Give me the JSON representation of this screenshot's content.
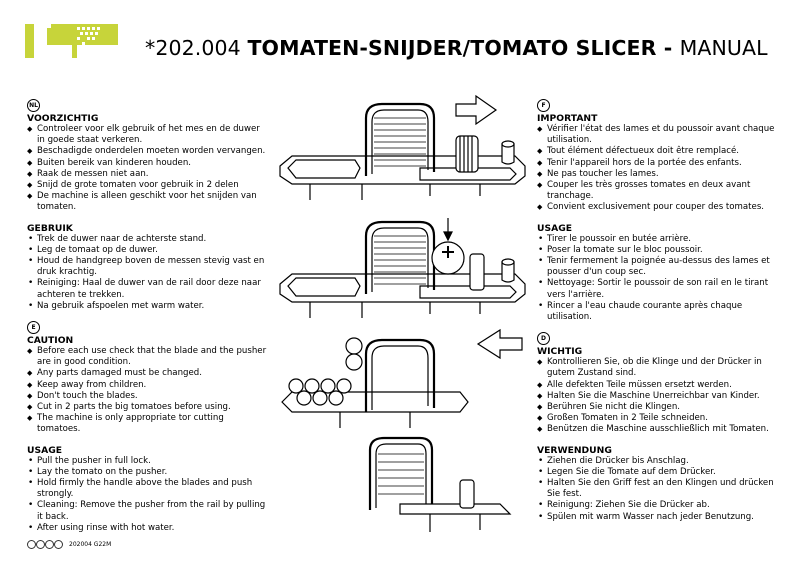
{
  "title": {
    "code": "*202.004 ",
    "product": "TOMATEN-SNIJDER/TOMATO SLICER - ",
    "manual": "MANUAL"
  },
  "nl": {
    "badge": "NL",
    "heading1": "VOORZICHTIG",
    "items1": [
      "Controleer voor elk gebruik of het mes en de duwer in goede staat verkeren.",
      "Beschadigde onderdelen moeten worden vervangen.",
      "Buiten bereik van kinderen houden.",
      "Raak de messen niet aan.",
      "Snijd de grote tomaten voor gebruik in 2 delen",
      "De machine is alleen geschikt voor het snijden van tomaten."
    ],
    "heading2": "GEBRUIK",
    "items2": [
      "Trek de duwer naar de achterste stand.",
      "Leg de tomaat op de duwer.",
      "Houd de handgreep boven de messen stevig vast en druk krachtig.",
      "Reiniging: Haal de duwer van de rail door deze naar achteren te trekken.",
      "Na gebruik afspoelen met warm water."
    ]
  },
  "en": {
    "badge": "E",
    "heading1": "CAUTION",
    "items1": [
      "Before each use check that the blade and the pusher are in good condition.",
      "Any parts damaged must be changed.",
      "Keep away from children.",
      "Don't touch the blades.",
      "Cut in 2 parts the big tomatoes before using.",
      "The machine is only appropriate tor cutting tomatoes."
    ],
    "heading2": "USAGE",
    "items2": [
      "Pull the pusher in full lock.",
      "Lay the tomato on the pusher.",
      "Hold firmly the handle above the blades and push strongly.",
      "Cleaning: Remove the pusher from the rail by pulling it back.",
      "After using rinse with hot water."
    ]
  },
  "fr": {
    "badge": "F",
    "heading1": "IMPORTANT",
    "items1": [
      "Vérifier l'état des lames et du poussoir avant chaque utilisation.",
      "Tout élément défectueux doit être remplacé.",
      "Tenir l'appareil hors de la portée des enfants.",
      "Ne pas toucher les lames.",
      "Couper les très grosses tomates en deux avant tranchage.",
      "Convient exclusivement pour couper des tomates."
    ],
    "heading2": "USAGE",
    "items2": [
      "Tirer le poussoir en butée arrière.",
      "Poser la tomate sur le bloc poussoir.",
      "Tenir fermement la poignée au-dessus des lames et pousser d'un coup sec.",
      "Nettoyage: Sortir le poussoir de son rail en le tirant vers l'arrière.",
      "Rincer a l'eau chaude courante après chaque utilisation."
    ]
  },
  "de": {
    "badge": "D",
    "heading1": "WICHTIG",
    "items1": [
      "Kontrollieren Sie, ob die Klinge und der Drücker in gutem Zustand sind.",
      "Alle defekten Teile müssen ersetzt werden.",
      "Halten Sie die Maschine Unerreichbar van Kinder.",
      "Berühren Sie nicht die Klingen.",
      "Großen Tomaten in 2 Teile schneiden.",
      "Benützen die Maschine ausschließlich mit Tomaten."
    ],
    "heading2": "VERWENDUNG",
    "items2": [
      "Ziehen die Drücker bis Anschlag.",
      "Legen Sie die Tomate auf dem Drücker.",
      "Halten Sie den Griff fest an den Klingen und drücken Sie fest.",
      "Reinigung: Ziehen Sie die Drücker ab.",
      "Spülen mit warm Wasser nach jeder Benutzung."
    ]
  },
  "footer": {
    "code": "202004 G22M"
  }
}
